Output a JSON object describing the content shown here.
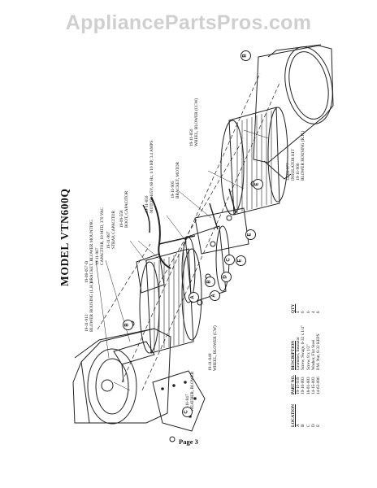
{
  "watermark": "AppliancePartsPros.com",
  "title": "MODEL VTN600Q",
  "page": "Page 3",
  "labels": {
    "blower_housing_lh": [
      "19-11-913",
      "BLOWER HOUSING (L.H.)"
    ],
    "bracket_blower_mounting": [
      "19-08-057-D",
      "BRACKET, BLOWER MOUNTING"
    ],
    "capacitor": [
      "19-11-967",
      "CAPACITOR, 10 MFD, 370 VAC"
    ],
    "strap_capacitor": [
      "19-11-987",
      "STRAP, CAPACITOR"
    ],
    "boot_capacitor": [
      "19-09-558",
      "BOOT, CAPACITOR"
    ],
    "motor": [
      "19-11-850",
      "MOTOR 115V, 60 Hz, 1/10 HP, 3.4 AMPS"
    ],
    "bracket_motor": [
      "19-11-905",
      "BRACKET, MOTOR"
    ],
    "wheel_blower_ccw": [
      "19-11-850",
      "WHEEL, BLOWER (CCW)"
    ],
    "weather_blower": [
      "19-11-847",
      "WEATHER, BLOWER"
    ],
    "wheel_blower_cw": [
      "19-11-849",
      "WHEEL, BLOWER (CW)"
    ],
    "insulator_kit": [
      "35-66-577",
      "INSULATOR KIT"
    ],
    "blower_housing_rh": [
      "19-11-906",
      "BLOWER HOUSING (R.H.)"
    ]
  },
  "parts_table": {
    "headers": [
      "LOCATION",
      "PART NO.",
      "DESCRIPTION",
      "QTY"
    ],
    "rows": [
      [
        "A",
        "19-11-939",
        "Grommet, Insulator",
        "4"
      ],
      [
        "B",
        "19-10-003",
        "Screw, Swage, 6-32 x 1/4\"",
        "6"
      ],
      [
        "C",
        "18-01-003",
        "Screw, 8 x 1/2\"",
        "6"
      ],
      [
        "D",
        "14-15-003",
        "Washer, Flat Steel",
        "4"
      ],
      [
        "E",
        "14-63-006",
        "P.M. Nut, 8-32 KEPS",
        "8"
      ]
    ]
  },
  "callouts": [
    "B",
    "B",
    "C",
    "A",
    "B",
    "D",
    "E",
    "E",
    "C",
    "A",
    "E"
  ]
}
